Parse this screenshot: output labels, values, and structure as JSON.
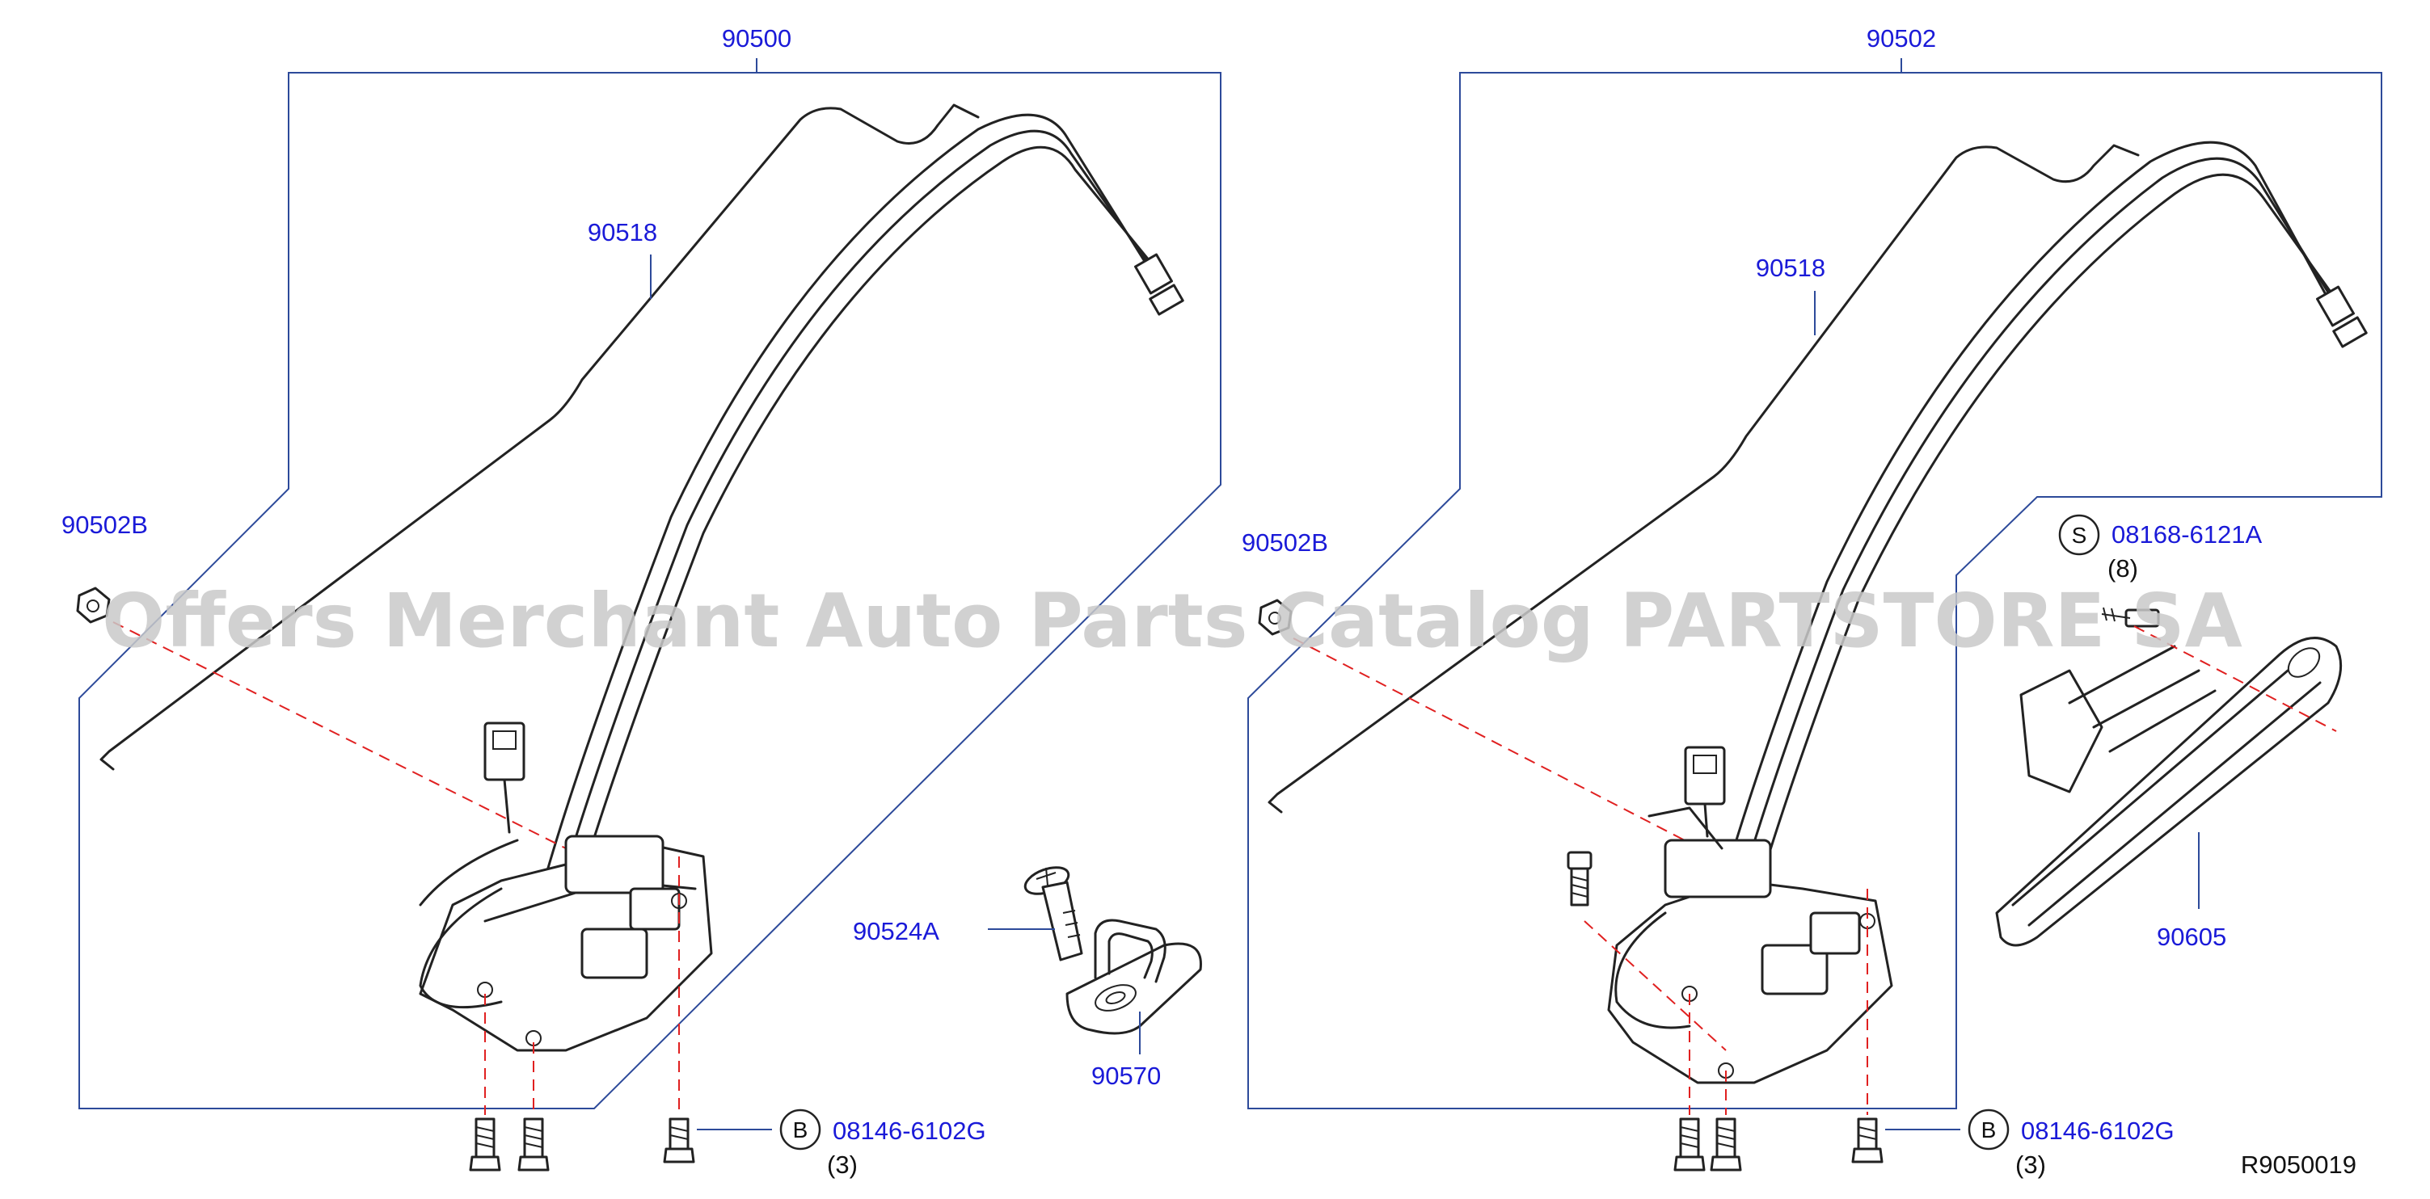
{
  "watermark": "Offers Merchant Auto Parts Catalog PARTSTORE SA",
  "diagram_id": "R9050019",
  "left_panel": {
    "assembly_label": "90500",
    "rod_label": "90518",
    "clip_label": "90502B",
    "bolt_symbol": "B",
    "bolt_label": "08146-6102G",
    "bolt_qty": "(3)"
  },
  "middle": {
    "striker_bolt_label": "90524A",
    "striker_label": "90570"
  },
  "right_panel": {
    "assembly_label": "90502",
    "rod_label": "90518",
    "clip_label": "90502B",
    "screw_symbol": "S",
    "screw_label": "08168-6121A",
    "screw_qty": "(8)",
    "handle_label": "90605",
    "bolt_symbol": "B",
    "bolt_label": "08146-6102G",
    "bolt_qty": "(3)"
  },
  "colors": {
    "callout_text": "#1a1ad8",
    "frame_line": "#2d4a9a",
    "centerline": "#e02020",
    "watermark": "#c9c9c9"
  }
}
